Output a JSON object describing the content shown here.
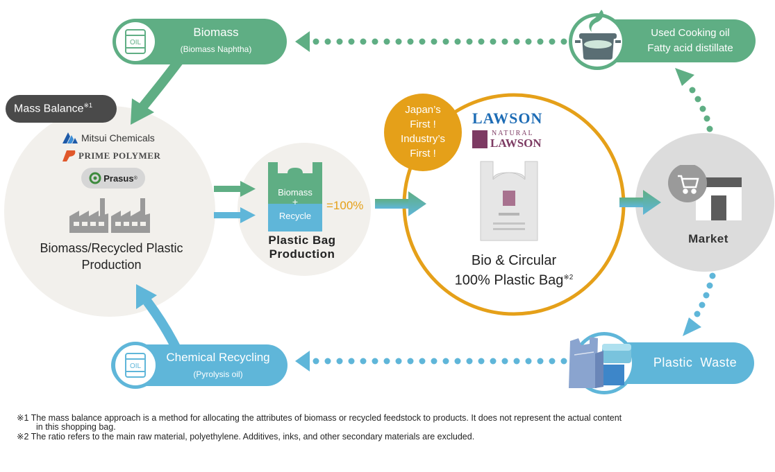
{
  "colors": {
    "green": "#5fae84",
    "blue": "#5fb6d9",
    "gray": "#dcdcdc",
    "light": "#f2f0ec",
    "orange": "#e5a019",
    "lawson_blue": "#1d6cb5",
    "lawson_purple": "#7d3b63"
  },
  "biomass": {
    "title": "Biomass",
    "subtitle": "(Biomass Naphtha)",
    "icon": "oil-drum-icon",
    "icon_text": "OIL"
  },
  "used_oil": {
    "line1": "Used Cooking oil",
    "line2": "Fatty acid distillate",
    "icon": "cooking-pot-icon"
  },
  "mass_balance": {
    "label": "Mass Balance",
    "note": "※1"
  },
  "producers": {
    "mitsui": "Mitsui Chemicals",
    "prime": "PRIME POLYMER",
    "prasus": "Prasus",
    "prasus_mark": "®"
  },
  "production": {
    "line1": "Biomass/Recycled Plastic",
    "line2": "Production",
    "icon": "factory-icon"
  },
  "bag_prod": {
    "top": "Biomass",
    "plus": "+",
    "bottom": "Recycle",
    "equals": "=100%",
    "line1": "Plastic Bag",
    "line2": "Production"
  },
  "badge": {
    "l1": "Japan’s",
    "l2": "First !",
    "l3": "Industry’s",
    "l4": "First !"
  },
  "lawson": {
    "logo": "LAWSON",
    "natural_small": "NATURAL",
    "natural_big": "LAWSON"
  },
  "product": {
    "line1": "Bio & Circular",
    "line2": "100% Plastic Bag",
    "note": "※2",
    "bag_icon": "shopping-bag-icon"
  },
  "market": {
    "label": "Market",
    "icon": "shopping-cart-icon"
  },
  "waste": {
    "label": "Plastic  Waste",
    "icon": "waste-bags-icon"
  },
  "chem": {
    "title": "Chemical Recycling",
    "subtitle": "(Pyrolysis oil)",
    "icon": "oil-drum-icon",
    "icon_text": "OIL"
  },
  "footnotes": {
    "n1_line1": "※1  The mass balance approach is a method for allocating the attributes of biomass or recycled feedstock to products. It does not represent the actual content",
    "n1_line2": "in this shopping bag.",
    "n2": "※2  The ratio refers to the main raw material, polyethylene. Additives, inks, and other secondary materials are excluded."
  }
}
